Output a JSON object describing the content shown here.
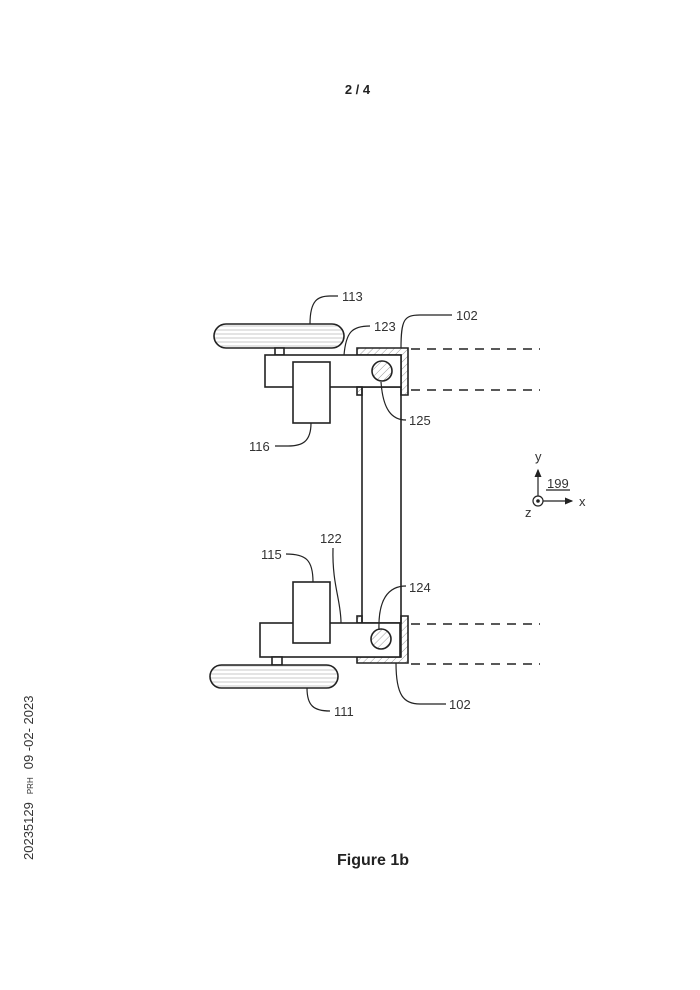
{
  "page_number": "2 / 4",
  "caption": "Figure 1b",
  "side_stamp": {
    "number": "20235129",
    "office": "PRH",
    "date": "09 -02- 2023"
  },
  "labels": {
    "wheel_top": "113",
    "wheel_bottom": "111",
    "arm_top": "123",
    "arm_bottom": "122",
    "bracket_top": "102",
    "bracket_bottom": "102",
    "pivot_top": "125",
    "pivot_bottom": "124",
    "box_top": "116",
    "box_bottom": "115",
    "coord_system": "199",
    "axis_x": "x",
    "axis_y": "y",
    "axis_z": "z"
  }
}
